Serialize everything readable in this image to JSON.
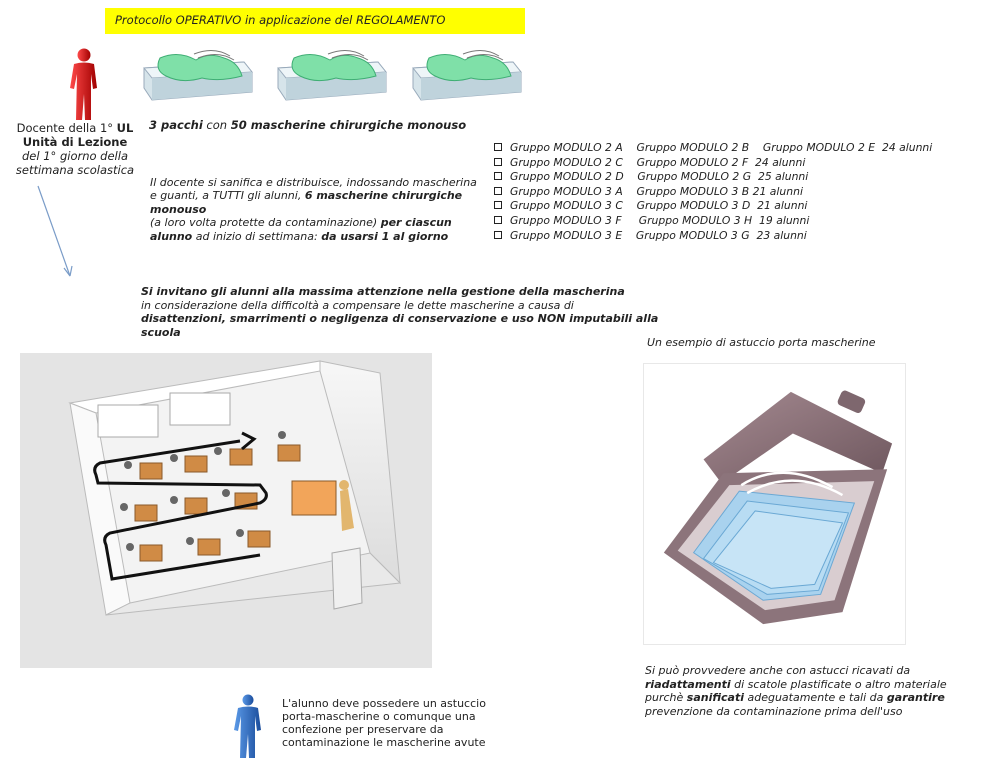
{
  "title_banner": "Protocollo OPERATIVO  in applicazione del REGOLAMENTO",
  "teacher_label": {
    "line1_prefix": "Docente della 1° ",
    "line1_bold": "UL",
    "line2_bold": "Unità di Lezione",
    "line3": "del 1° giorno della",
    "line4": "settimana scolastica"
  },
  "packs_label": {
    "count": "3 pacchi",
    "mid": " con ",
    "bold": "50 mascherine chirurgiche monouso"
  },
  "groups": [
    "Gruppo MODULO 2 A    Gruppo MODULO 2 B    Gruppo MODULO 2 E  24 alunni",
    "Gruppo MODULO 2 C    Gruppo MODULO 2 F  24 alunni",
    "Gruppo MODULO 2 D    Gruppo MODULO 2 G  25 alunni",
    "Gruppo MODULO 3 A    Gruppo MODULO 3 B 21 alunni",
    "Gruppo MODULO 3 C    Gruppo MODULO 3 D  21 alunni",
    "Gruppo MODULO 3 F     Gruppo MODULO 3 H  19 alunni",
    "Gruppo MODULO 3 E    Gruppo MODULO 3 G  23 alunni"
  ],
  "distribution": {
    "p1": "Il docente si sanifica e distribuisce, indossando mascherina e guanti, a TUTTI gli alunni, ",
    "b1": "6 mascherine chirurgiche monouso",
    "p2": "(a loro volta protette da contaminazione) ",
    "b2": "per ciascun alunno",
    "p3": " ad inizio di settimana: ",
    "b3": "da usarsi 1 al giorno"
  },
  "invite": {
    "b1": "Si invitano gli alunni alla massima attenzione nella gestione della mascherina",
    "p1": "in considerazione della difficoltà a compensare le dette mascherine a causa di",
    "b2": "disattenzioni, smarrimenti o negligenza di conservazione e uso NON imputabili alla scuola"
  },
  "case_caption": "Un esempio  di astuccio porta mascherine",
  "case_note": {
    "p1": "Si può provvedere anche con astucci ricavati da ",
    "b1": "riadattamenti",
    "p2": " di scatole plastificate  o altro materiale purchè ",
    "b2": "sanificati",
    "p3": " adeguatamente e tali da ",
    "b3": "garantire",
    "p4": " prevenzione da contaminazione prima dell'uso"
  },
  "student_note": "L'alunno deve possedere un astuccio porta-mascherine o comunque una confezione  per preservare da contaminazione  le mascherine avute",
  "colors": {
    "banner": "#ffff00",
    "teacher_icon": "#e00000",
    "student_icon": "#2a6fd0",
    "mask_green": "#7fe0a8",
    "mask_blue": "#a9d2ee"
  }
}
